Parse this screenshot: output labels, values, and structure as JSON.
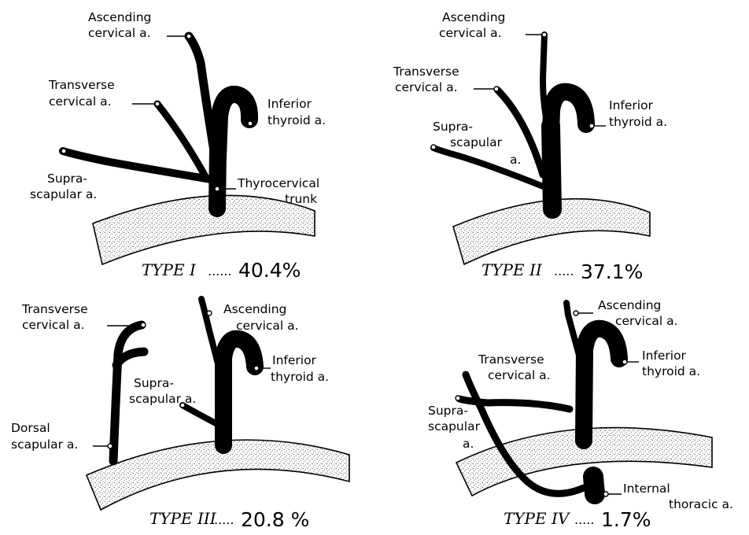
{
  "panels": [
    {
      "type_label": "TYPE I",
      "percent": "40.4%",
      "labels": {
        "ascending_1": "Ascending",
        "ascending_2": "cervical a.",
        "transverse_1": "Transverse",
        "transverse_2": "cervical a.",
        "inferior_1": "Inferior",
        "inferior_2": "thyroid a.",
        "supra_1": "Supra-",
        "supra_2": "scapular a.",
        "trunk_1": "Thyrocervical",
        "trunk_2": "trunk"
      }
    },
    {
      "type_label": "TYPE II",
      "percent": "37.1%",
      "labels": {
        "ascending_1": "Ascending",
        "ascending_2": "cervical a.",
        "transverse_1": "Transverse",
        "transverse_2": "cervical a.",
        "inferior_1": "Inferior",
        "inferior_2": "thyroid a.",
        "supra_1": "Supra-",
        "supra_2": "scapular",
        "supra_3": "a."
      }
    },
    {
      "type_label": "TYPE III",
      "percent": "20.8 %",
      "labels": {
        "transverse_1": "Transverse",
        "transverse_2": "cervical a.",
        "ascending_1": "Ascending",
        "ascending_2": "cervical a.",
        "inferior_1": "Inferior",
        "inferior_2": "thyroid a.",
        "supra_1": "Supra-",
        "supra_2": "scapular a.",
        "dorsal_1": "Dorsal",
        "dorsal_2": "scapular a."
      }
    },
    {
      "type_label": "TYPE IV",
      "percent": "1.7%",
      "labels": {
        "ascending_1": "Ascending",
        "ascending_2": "cervical a.",
        "inferior_1": "Inferior",
        "inferior_2": "thyroid a.",
        "transverse_1": "Transverse",
        "transverse_2": "cervical a.",
        "supra_1": "Supra-",
        "supra_2": "scapular",
        "supra_3": "a.",
        "internal_1": "Internal",
        "internal_2": "thoracic a."
      }
    }
  ]
}
